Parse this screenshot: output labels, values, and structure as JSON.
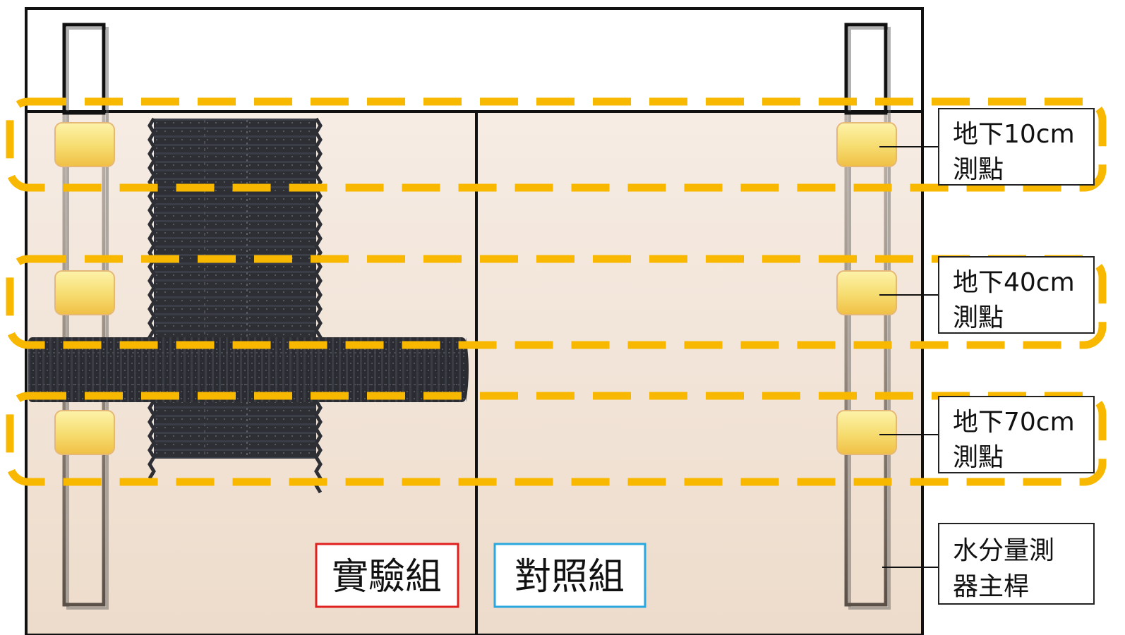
{
  "groups": {
    "experimental": {
      "label": "實驗組",
      "border_color": "#e0201f"
    },
    "control": {
      "label": "對照組",
      "border_color": "#2aa7df"
    }
  },
  "depth_points": [
    {
      "line1": "地下10cm",
      "line2": "測點"
    },
    {
      "line1": "地下40cm",
      "line2": "測點"
    },
    {
      "line1": "地下70cm",
      "line2": "測點"
    }
  ],
  "main_rod": {
    "line1": "水分量測",
    "line2": "器主桿"
  },
  "colors": {
    "soil": "#f1e1d3",
    "dash_band": "#f8b800",
    "sensor_light": "#fdf2a4",
    "sensor_dark": "#f2c24c",
    "pipe": "#2b2d33"
  }
}
